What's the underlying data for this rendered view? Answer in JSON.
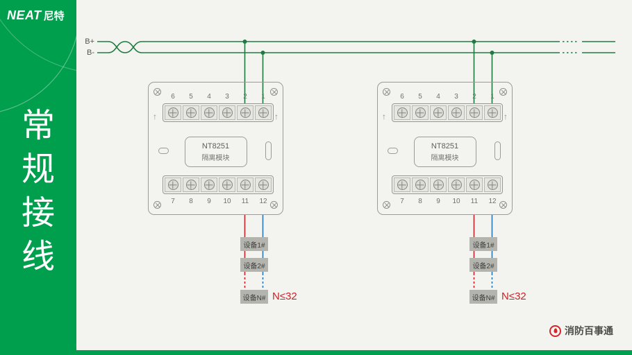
{
  "sidebar": {
    "brand_en": "NEAT",
    "brand_cn": "尼特",
    "title_chars": [
      "常",
      "规",
      "接",
      "线"
    ]
  },
  "bus": {
    "plus_label": "B+",
    "minus_label": "B-"
  },
  "icons": {
    "up_arrow": "↑"
  },
  "modules": [
    {
      "model": "NT8251",
      "name": "隔离模块",
      "top_terminals": [
        "6",
        "5",
        "4",
        "3",
        "2",
        "1"
      ],
      "bottom_terminals": [
        "7",
        "8",
        "9",
        "10",
        "11",
        "12"
      ],
      "devices": [
        "设备1#",
        "设备2#",
        "设备N#"
      ],
      "limit": "N≤32"
    },
    {
      "model": "NT8251",
      "name": "隔离模块",
      "top_terminals": [
        "6",
        "5",
        "4",
        "3",
        "2",
        "1"
      ],
      "bottom_terminals": [
        "7",
        "8",
        "9",
        "10",
        "11",
        "12"
      ],
      "devices": [
        "设备1#",
        "设备2#",
        "设备N#"
      ],
      "limit": "N≤32"
    }
  ],
  "footer": {
    "brand": "消防百事通"
  },
  "colors": {
    "brand_green": "#009f4d",
    "wire_green": "#1f7a40",
    "wire_red": "#c4242b",
    "wire_blue": "#2a76b0",
    "limit_red": "#cc2027"
  }
}
